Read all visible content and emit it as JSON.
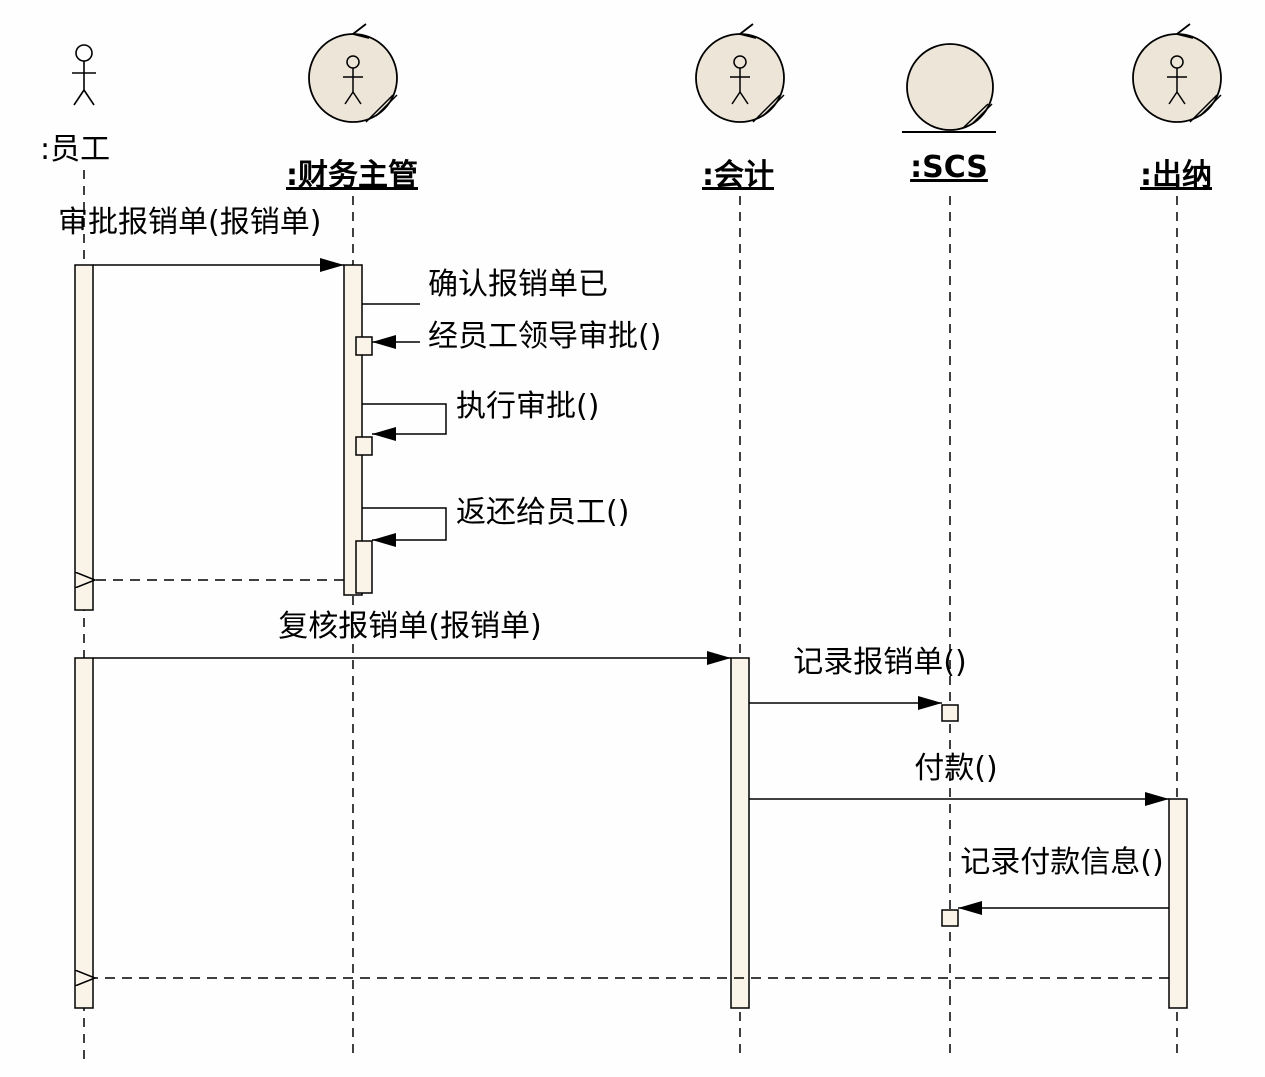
{
  "participants": {
    "employee": ":员工",
    "finance_manager": ":财务主管",
    "accountant": ":会计",
    "scs": ":SCS",
    "cashier": ":出纳"
  },
  "messages": {
    "m1": "审批报销单(报销单)",
    "m2_line1": "确认报销单已",
    "m2_line2": "经员工领导审批()",
    "m3": "执行审批()",
    "m4": "返还给员工()",
    "m5": "复核报销单(报销单)",
    "m6": "记录报销单()",
    "m7": "付款()",
    "m8": "记录付款信息()"
  },
  "colors": {
    "activation_fill": "#faf4e8",
    "head_fill": "#ede5d8",
    "line": "#000000"
  }
}
